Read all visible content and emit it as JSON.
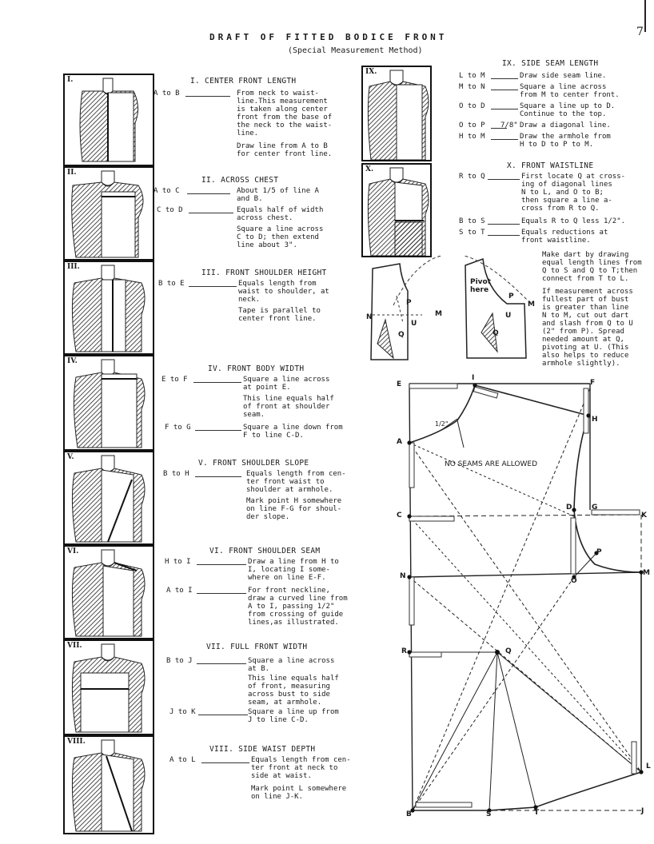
{
  "page_number": "7",
  "title": "DRAFT OF FITTED BODICE FRONT",
  "subtitle": "(Special Measurement Method)",
  "figures": [
    "I.",
    "II.",
    "III.",
    "IV.",
    "V.",
    "VI.",
    "VII.",
    "VIII.",
    "IX.",
    "X."
  ],
  "steps": [
    {
      "title": "I. CENTER FRONT LENGTH",
      "rows": [
        {
          "key": "A to B",
          "desc": "From neck to waist-\nline.This measurement\nis taken along center\nfront from the base of\nthe neck to the waist-\nline."
        }
      ],
      "notes": [
        "Draw line from A to B\nfor center front line."
      ]
    },
    {
      "title": "II. ACROSS CHEST",
      "rows": [
        {
          "key": "A to C",
          "desc": "About 1/5 of line A\nand B."
        },
        {
          "key": "C to D",
          "desc": "Equals half of width\nacross chest."
        }
      ],
      "notes": [
        "Square a line across\nC to D; then extend\nline about 3\"."
      ]
    },
    {
      "title": "III. FRONT SHOULDER HEIGHT",
      "rows": [
        {
          "key": "B to E",
          "desc": "Equals length from\nwaist to shoulder, at\nneck."
        }
      ],
      "notes": [
        "Tape is parallel to\ncenter front line."
      ]
    },
    {
      "title": "IV. FRONT BODY WIDTH",
      "rows": [
        {
          "key": "E to F",
          "desc": "Square a line across\nat point E."
        }
      ],
      "notes": [
        "This line equals half\nof front at shoulder\nseam.",
        "Square a line down from\nF to line C-D."
      ],
      "rows2": [
        {
          "key": "F to G",
          "desc": "Square a line down from\nF to line C-D."
        }
      ]
    },
    {
      "title": "V. FRONT SHOULDER SLOPE",
      "rows": [
        {
          "key": "B to H",
          "desc": "Equals length from cen-\nter front waist to\nshoulder at armhole."
        }
      ],
      "notes": [
        "Mark point H somewhere\non line F-G for shoul-\nder slope."
      ]
    },
    {
      "title": "VI. FRONT SHOULDER SEAM",
      "rows": [
        {
          "key": "H to I",
          "desc": "Draw a line from H to\nI, locating I some-\nwhere on line E-F."
        },
        {
          "key": "A to I",
          "desc": "For front neckline,\ndraw a curved line from\nA to I, passing 1/2\"\nfrom crossing of guide\nlines,as illustrated."
        }
      ],
      "notes": []
    },
    {
      "title": "VII. FULL FRONT WIDTH",
      "rows": [
        {
          "key": "B to J",
          "desc": "Square a line across\nat B."
        },
        {
          "key": "J to K",
          "desc": "Square a line up from\nJ to line C-D."
        }
      ],
      "notes": [
        "This line equals half\nof front, measuring\nacross bust to side\nseam, at armhole."
      ]
    },
    {
      "title": "VIII. SIDE WAIST DEPTH",
      "rows": [
        {
          "key": "A to L",
          "desc": "Equals length from cen-\nter front at neck to\nside at waist."
        }
      ],
      "notes": [
        "Mark point L somewhere\non line J-K."
      ]
    },
    {
      "title": "IX. SIDE SEAM LENGTH",
      "rows": [
        {
          "key": "L to M",
          "desc": "Draw side seam line."
        },
        {
          "key": "M to N",
          "desc": "Square a line across\nfrom M to center front."
        },
        {
          "key": "O to D",
          "desc": "Square a line up to D.\nContinue to the top."
        },
        {
          "key": "O to P",
          "extra": "7/8\"",
          "desc": "Draw a diagonal line."
        },
        {
          "key": "H to M",
          "desc": "Draw the armhole from\nH to D to P to M."
        }
      ],
      "notes": []
    },
    {
      "title": "X. FRONT WAISTLINE",
      "rows": [
        {
          "key": "R to Q",
          "desc": "First locate Q at cross-\ning of diagonal lines\nN to L, and O to B;\nthen square a line a-\ncross from R to Q."
        },
        {
          "key": "B to S",
          "desc": "Equals R to Q less 1/2\"."
        },
        {
          "key": "S to T",
          "desc": "Equals reductions at\nfront waistline."
        }
      ],
      "notes": [
        "Make dart by drawing\nequal length lines from\nQ to S and Q to T;then\nconnect from T to L.",
        "If measurement across\nfullest part of bust\nis greater than line\nN to M, cut out dart\nand slash from Q to U\n(2\" from P). Spread\nneeded amount at Q,\npivoting at U. (This\nalso helps to reduce\narmhole slightly)."
      ]
    }
  ],
  "pivot_label": "Pivot\nhere",
  "seam_note": "NO SEAMS ARE ALLOWED",
  "half_mark": "1/2\"",
  "points": [
    "E",
    "I",
    "F",
    "H",
    "A",
    "D",
    "G",
    "C",
    "K",
    "P",
    "N",
    "M",
    "O",
    "R",
    "Q",
    "L",
    "B",
    "S",
    "T",
    "J",
    "U"
  ]
}
